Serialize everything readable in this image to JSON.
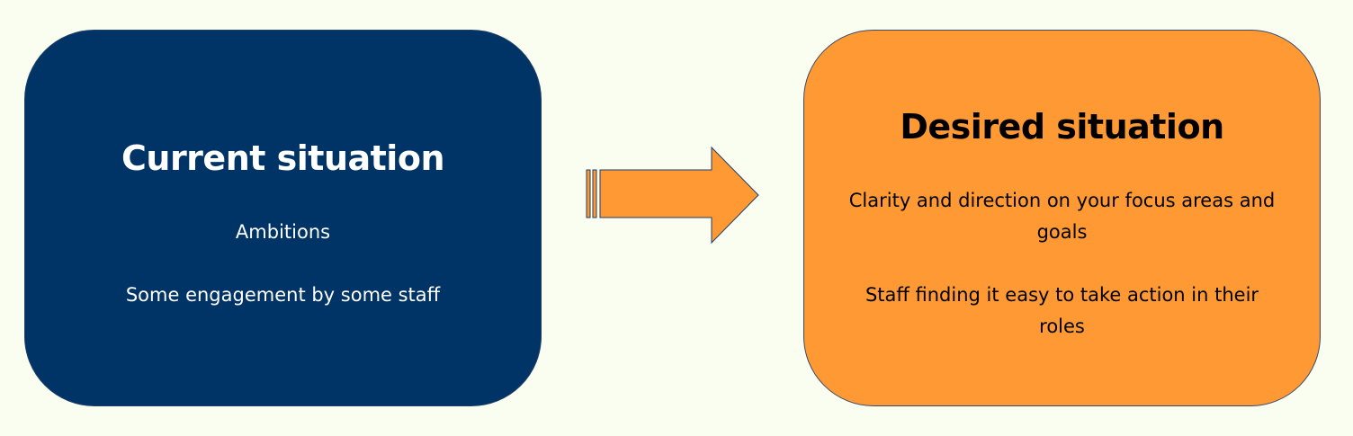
{
  "current": {
    "title": "Current situation",
    "line_1": "Ambitions",
    "line_2": "Some engagement by some staff"
  },
  "desired": {
    "title": "Desired situation",
    "line_1": "Clarity and direction on  your focus areas and goals",
    "line_2": "Staff finding it easy to take action in their roles"
  },
  "colors": {
    "background": "#fafef0",
    "current_fill": "#003366",
    "desired_fill": "#ff9933",
    "arrow_fill": "#ff9933"
  }
}
